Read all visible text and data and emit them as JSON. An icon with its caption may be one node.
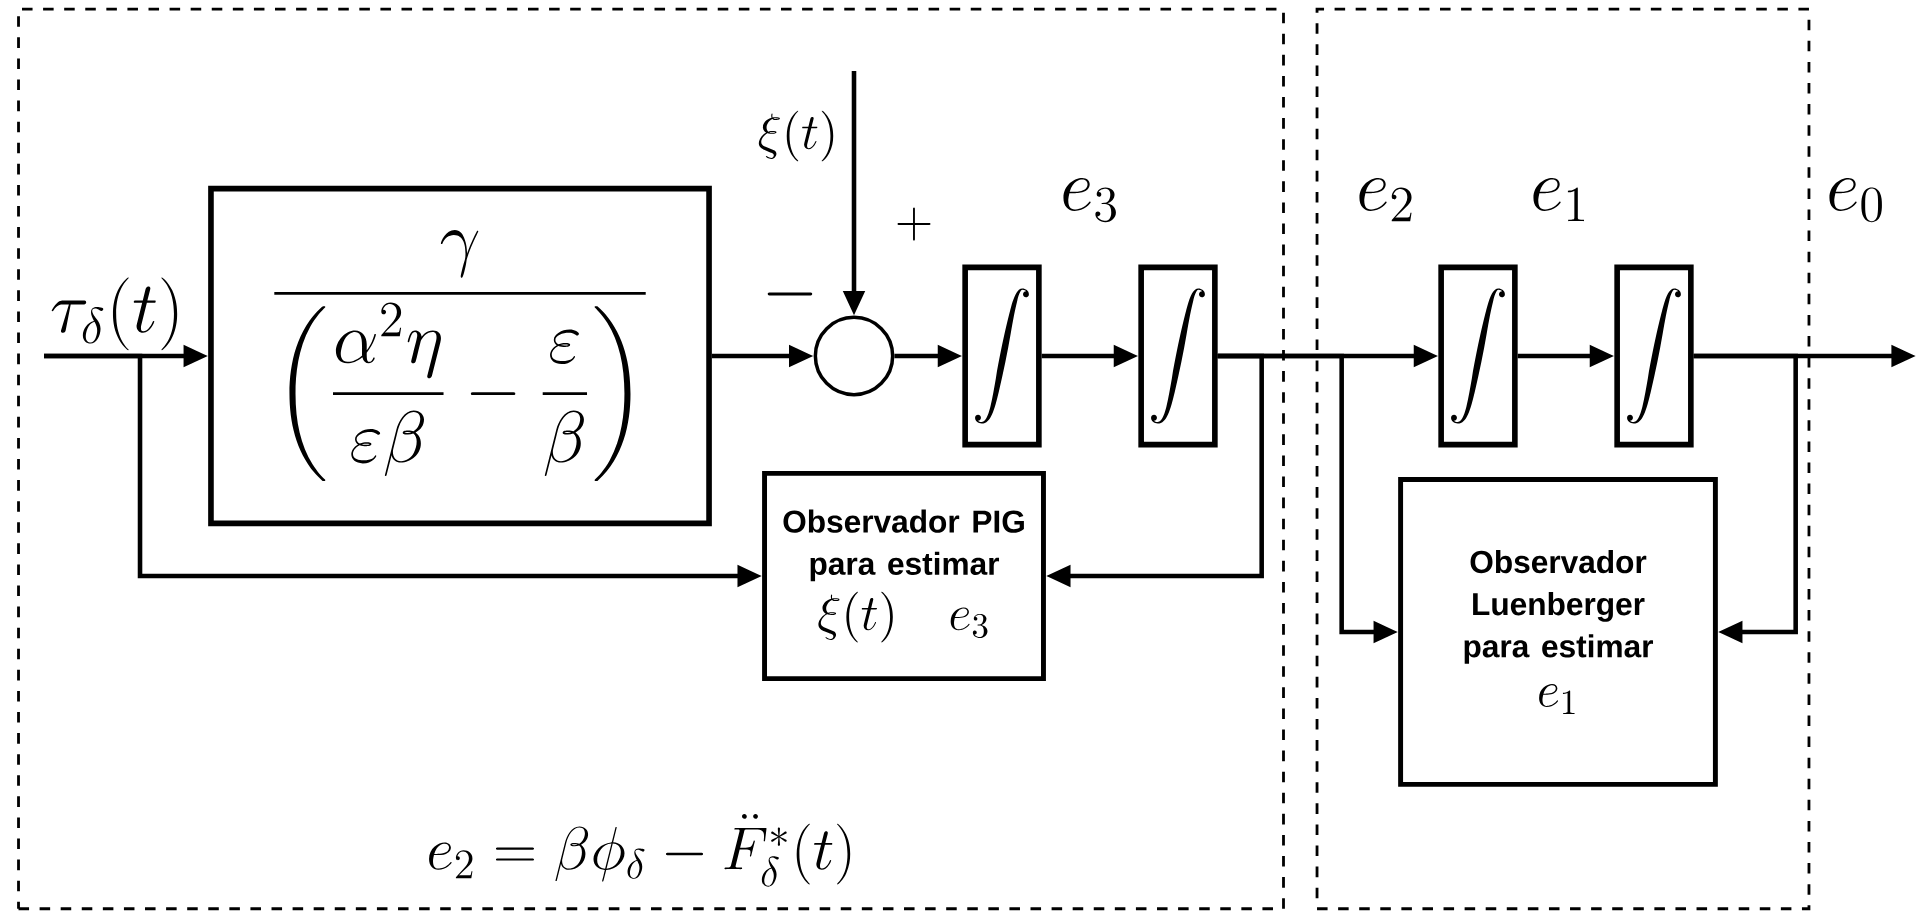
{
  "diagram": {
    "nodes": [
      {
        "text": [
          "e_2 = \\beta\\phi_\\delta - \\ddot{F}^{*}_{\\delta}(t)"
        ]
      },
      {
        "text": [],
        "shape": "box"
      },
      {
        "text": [
          "\\tau_\\delta(t)"
        ],
        "in": 0
      },
      {
        "text": [
          "\\frac{\\gamma}{\\left(\\dfrac{\\alpha^2\\eta}{\\varepsilon\\beta}-\\dfrac{\\varepsilon}{\\beta}\\right)}"
        ],
        "in": 0
      },
      {
        "text": [
          "\\xi(t)"
        ],
        "in": 0
      },
      {
        "text": [],
        "shape": "circle",
        "in": 0
      },
      {
        "text": [
          "\\int"
        ],
        "in": 0
      },
      {
        "text": [
          "\\int"
        ],
        "in": 0
      },
      {
        "text": [
          "Observador PIG para estimar",
          "\\xi(t)\\quad e_3"
        ],
        "in": 0
      },
      {
        "text": [
          "\\int"
        ],
        "in": 1
      },
      {
        "text": [
          "\\int"
        ],
        "in": 1
      },
      {
        "text": [
          "Observador Luenberger para estimar",
          "e_1"
        ],
        "in": 1
      }
    ],
    "edges": [
      {
        "from": 2,
        "to": 3,
        "arrow": "to"
      },
      {
        "from": 2,
        "to": 8,
        "arrow": "to"
      },
      {
        "from": 3,
        "to": 5,
        "arrow": "to"
      },
      {
        "from": 4,
        "to": 5,
        "arrow": "to"
      },
      {
        "from": 5,
        "to": 6,
        "arrow": "to"
      },
      {
        "from": 6,
        "to": 7,
        "arrow": "to"
      },
      {
        "from": 7,
        "to": 8,
        "arrow": "to"
      },
      {
        "from": 7,
        "to": 9,
        "arrow": "to"
      },
      {
        "from": 7,
        "to": 11,
        "arrow": "to"
      },
      {
        "from": 9,
        "to": 10,
        "arrow": "to"
      },
      {
        "from": 10,
        "to": null,
        "arrow": "to"
      },
      {
        "from": 10,
        "to": 11,
        "arrow": "to"
      }
    ],
    "labels": [
      "-",
      "+",
      "e_3",
      "e_2",
      "e_1",
      "e_0"
    ]
  }
}
